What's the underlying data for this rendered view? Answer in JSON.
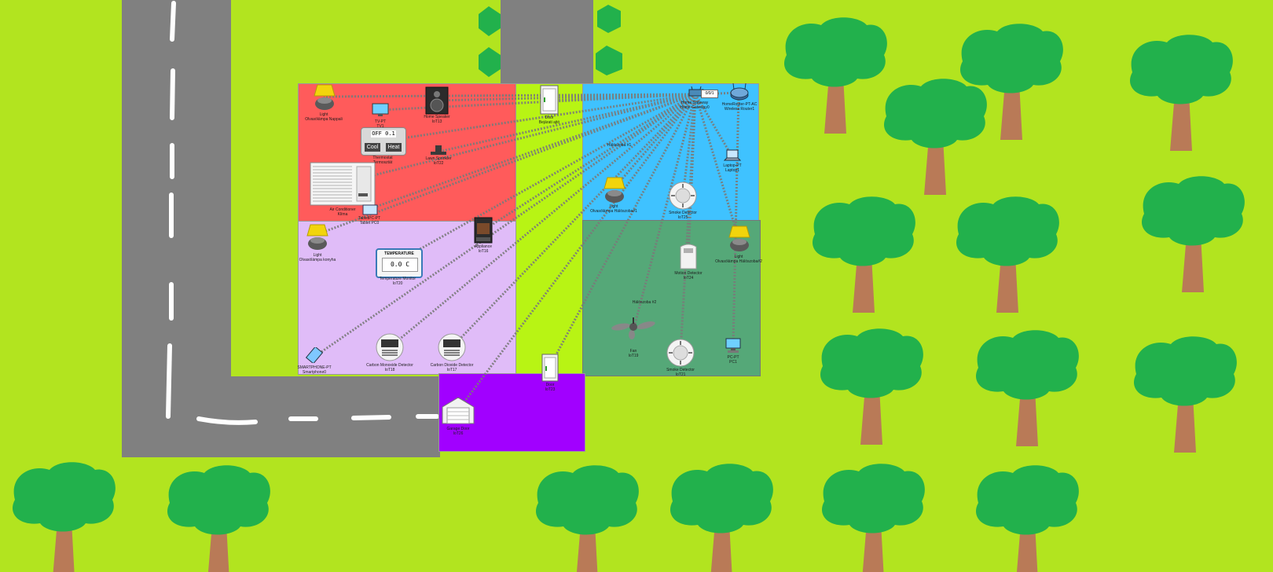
{
  "window": {
    "title": "Smart home network simulation"
  },
  "colors": {
    "grass": "#b2e41f",
    "road": "#808080",
    "road_marking": "#ffffff",
    "room_red": "#ff5b5b",
    "room_lilac": "#e0bcf8",
    "room_lime": "#b8f414",
    "room_blue": "#3fc2ff",
    "room_green": "#55a878",
    "room_purple": "#a100ff",
    "tree_canopy": "#22b14c",
    "tree_trunk": "#b97a57",
    "bush": "#22b14c",
    "link": "#7a7a7a"
  },
  "rooms": {
    "blue_label": "Hálószoba #1",
    "green_label": "Hálószoba #2"
  },
  "devices": {
    "light1": {
      "line1": "Light",
      "line2": "Olvasólámpa Nappali"
    },
    "tv": {
      "line1": "TV-PT",
      "line2": "TV1"
    },
    "speaker": {
      "line1": "Home Speaker",
      "line2": "IoT13"
    },
    "door_main": {
      "line1": "Door",
      "line2": "Bejárati ajtó"
    },
    "thermostat": {
      "line1": "Thermostat",
      "line2": "Termosztát",
      "display": "OFF 0.1",
      "cool": "Cool",
      "heat": "Heat"
    },
    "lawn": {
      "line1": "Lawn Sprinkler",
      "line2": "IoT22"
    },
    "ac": {
      "line1": "Air Conditioner",
      "line2": "Klíma"
    },
    "tablet": {
      "line1": "TabletPC-PT",
      "line2": "Tablet PC0"
    },
    "home_gateway": {
      "line1": "Home Gateway",
      "line2": "Home Gateway0"
    },
    "router": {
      "line1": "HomeRouter-PT-AC",
      "line2": "Wireless Router1"
    },
    "router_tag": "0/0/1",
    "laptop": {
      "line1": "Laptop-PT",
      "line2": "Laptop1"
    },
    "light2": {
      "line1": "Light",
      "line2": "Olvasólámpa Hálószoba#1"
    },
    "smoke1": {
      "line1": "Smoke Detector",
      "line2": "IoT25"
    },
    "light3": {
      "line1": "Light",
      "line2": "Olvasólámpa konyha"
    },
    "appliance": {
      "line1": "Appliance",
      "line2": "IoT16"
    },
    "temp_monitor": {
      "line1": "Temperature Monitor",
      "line2": "IoT20",
      "screen": "TEMPERATURE",
      "value": "0.0 C"
    },
    "light4": {
      "line1": "Light",
      "line2": "Olvasólámpa Hálószoba#2"
    },
    "motion": {
      "line1": "Motion Detector",
      "line2": "IoT24"
    },
    "fan": {
      "line1": "Fan",
      "line2": "IoT19"
    },
    "smoke2": {
      "line1": "Smoke Detector",
      "line2": "IoT21"
    },
    "pc": {
      "line1": "PC-PT",
      "line2": "PC1"
    },
    "smartphone": {
      "line1": "SMARTPHONE-PT",
      "line2": "Smartphone0"
    },
    "co_detector": {
      "line1": "Carbon Monoxide Detector",
      "line2": "IoT18"
    },
    "co2_detector": {
      "line1": "Carbon Dioxide Detector",
      "line2": "IoT17"
    },
    "door_back": {
      "line1": "Door",
      "line2": "IoT23"
    },
    "garage": {
      "line1": "Garage Door",
      "line2": "IoT26"
    }
  }
}
